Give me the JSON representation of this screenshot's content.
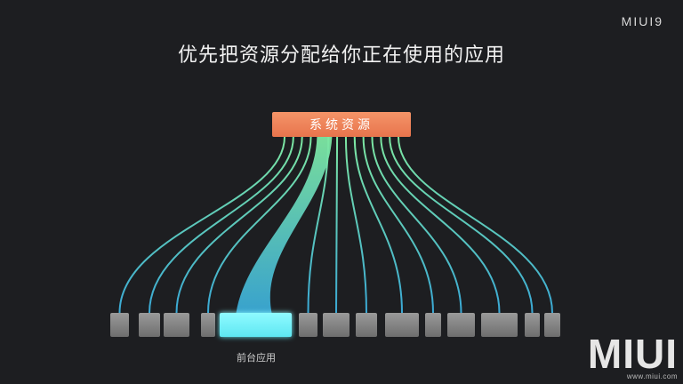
{
  "header": {
    "brand": "MIUI9"
  },
  "title": "优先把资源分配给你正在使用的应用",
  "source": {
    "label": "系统资源",
    "color": "#ee8358"
  },
  "apps": [
    {
      "index": 1,
      "active": false
    },
    {
      "index": 2,
      "active": false
    },
    {
      "index": 3,
      "active": false
    },
    {
      "index": 4,
      "active": false
    },
    {
      "index": 5,
      "active": true
    },
    {
      "index": 6,
      "active": false
    },
    {
      "index": 7,
      "active": false
    },
    {
      "index": 8,
      "active": false
    },
    {
      "index": 9,
      "active": false
    },
    {
      "index": 10,
      "active": false
    },
    {
      "index": 11,
      "active": false
    },
    {
      "index": 12,
      "active": false
    },
    {
      "index": 13,
      "active": false
    },
    {
      "index": 14,
      "active": false
    }
  ],
  "foreground_label": "前台应用",
  "colors": {
    "background": "#1d1e21",
    "flow_top": "#7ee8a2",
    "flow_bottom": "#3aa9d6",
    "active_app": "#7ff6ff",
    "inactive_app": "#8b8b8b"
  },
  "watermark": {
    "logo": "MIUI",
    "url": "www.miui.com"
  }
}
